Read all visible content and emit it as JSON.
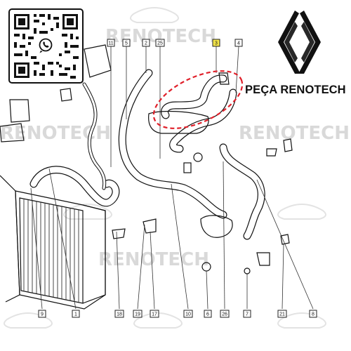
{
  "brand": {
    "label": "PEÇA RENOTECH",
    "watermark_text": "RENOTECH",
    "logo": "renault-diamond-logo"
  },
  "qr": {
    "icon": "whatsapp-icon"
  },
  "highlight": {
    "color": "#e0202a",
    "style": "dashed-ellipse",
    "target_ref": "3"
  },
  "callouts": [
    {
      "label": "11"
    },
    {
      "label": "5"
    },
    {
      "label": "2"
    },
    {
      "label": "25"
    },
    {
      "label": "3"
    },
    {
      "label": "4"
    },
    {
      "label": "9"
    },
    {
      "label": "1"
    },
    {
      "label": "18"
    },
    {
      "label": "19"
    },
    {
      "label": "17"
    },
    {
      "label": "10"
    },
    {
      "label": "6"
    },
    {
      "label": "26"
    },
    {
      "label": "7"
    },
    {
      "label": "21"
    },
    {
      "label": "8"
    }
  ]
}
